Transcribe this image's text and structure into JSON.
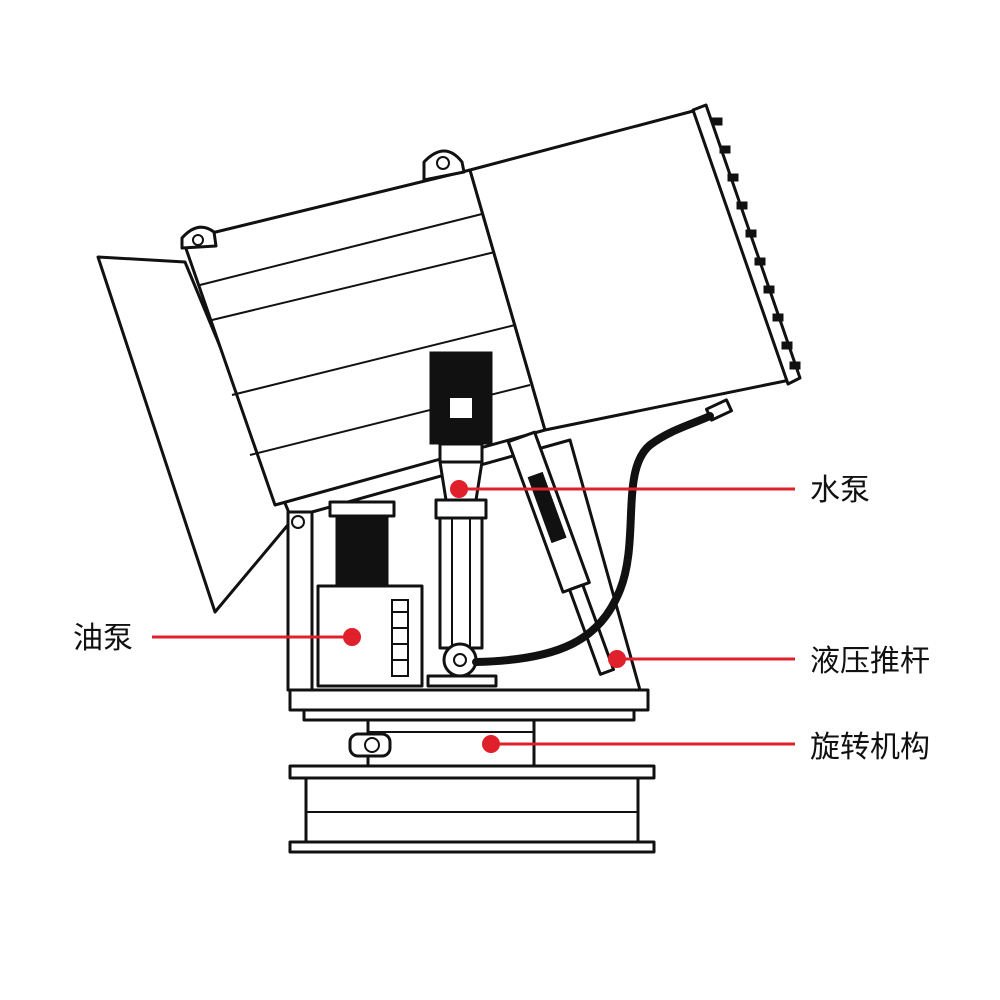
{
  "diagram": {
    "labels": {
      "water_pump": "水泵",
      "oil_pump": "油泵",
      "hydraulic_rod": "液压推杆",
      "rotation_mechanism": "旋转机构"
    },
    "colors": {
      "callout": "#e0202a",
      "line": "#111111",
      "background": "#ffffff"
    }
  }
}
